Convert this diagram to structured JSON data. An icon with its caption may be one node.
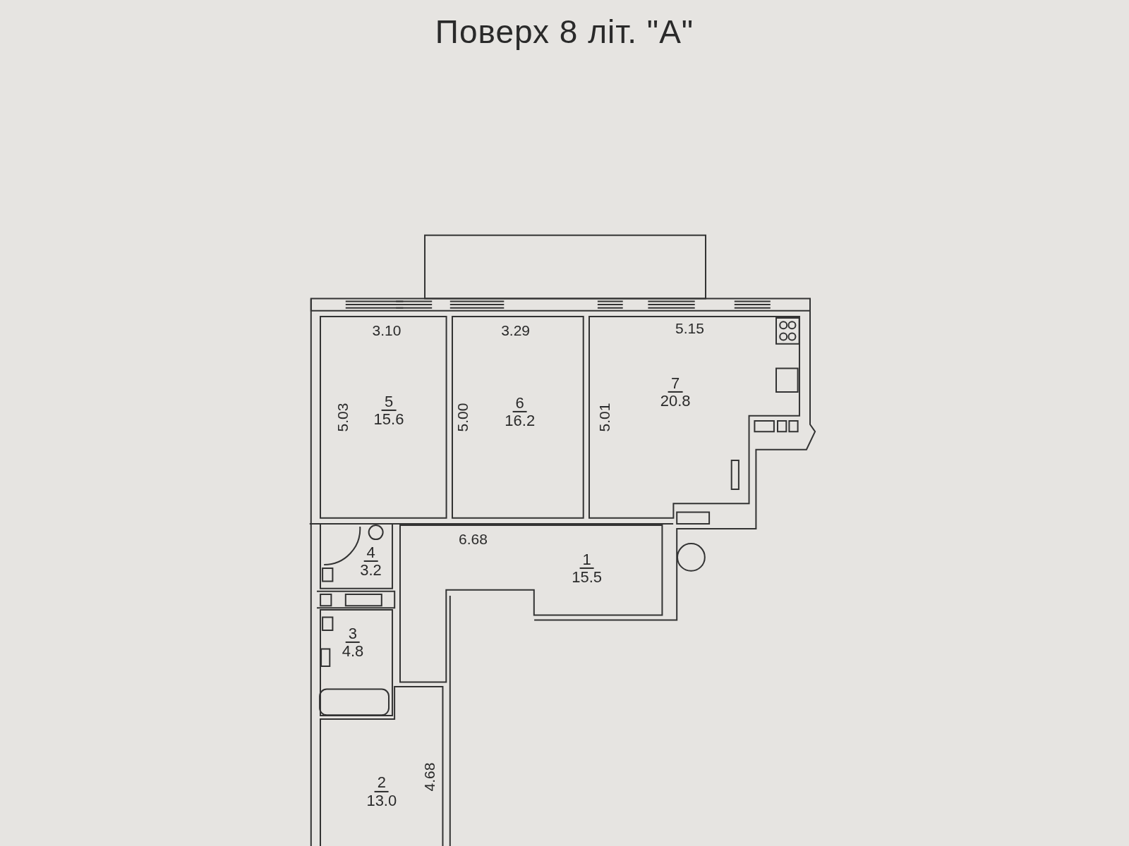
{
  "diagram": {
    "title": "Поверх 8 літ. \"А\"",
    "nodes": [
      {
        "text": [
          "5",
          "15.6"
        ]
      },
      {
        "text": [
          "6",
          "16.2"
        ]
      },
      {
        "text": [
          "7",
          "20.8"
        ]
      },
      {
        "text": [
          "4",
          "3.2"
        ]
      },
      {
        "text": [
          "1",
          "15.5"
        ]
      },
      {
        "text": [],
        "shape": "circle"
      },
      {
        "text": [
          "3",
          "4.8"
        ]
      },
      {
        "text": [
          "2",
          "13.0"
        ]
      }
    ],
    "edges": [],
    "labels": [
      "3.10",
      "3.29",
      "5.15",
      "5.03",
      "5.00",
      "5.01",
      "6.68",
      "4.68"
    ]
  }
}
